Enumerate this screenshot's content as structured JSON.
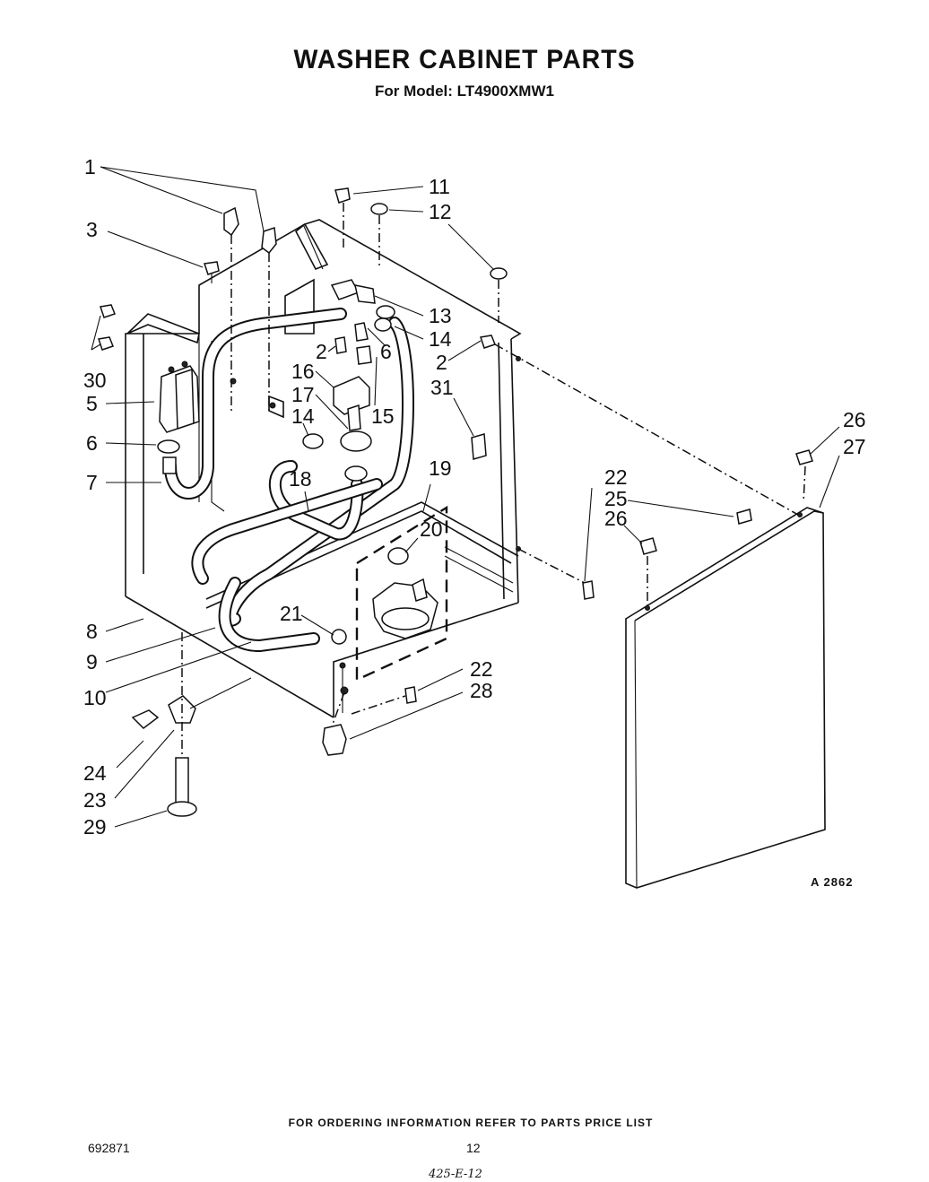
{
  "title": "WASHER CABINET PARTS",
  "subtitle": "For Model: LT4900XMW1",
  "callouts": [
    "1",
    "3",
    "30",
    "5",
    "6",
    "7",
    "8",
    "9",
    "10",
    "24",
    "23",
    "29",
    "11",
    "12",
    "13",
    "14",
    "2",
    "6",
    "2",
    "16",
    "17",
    "14",
    "15",
    "31",
    "18",
    "19",
    "20",
    "21",
    "22",
    "28",
    "22",
    "25",
    "26",
    "26",
    "27"
  ],
  "figure_ref": "A 2862",
  "footer": {
    "ordering_note": "FOR ORDERING INFORMATION REFER TO PARTS PRICE LIST",
    "document_number": "692871",
    "page_number": "12",
    "handwritten_note": "425-E-12"
  }
}
